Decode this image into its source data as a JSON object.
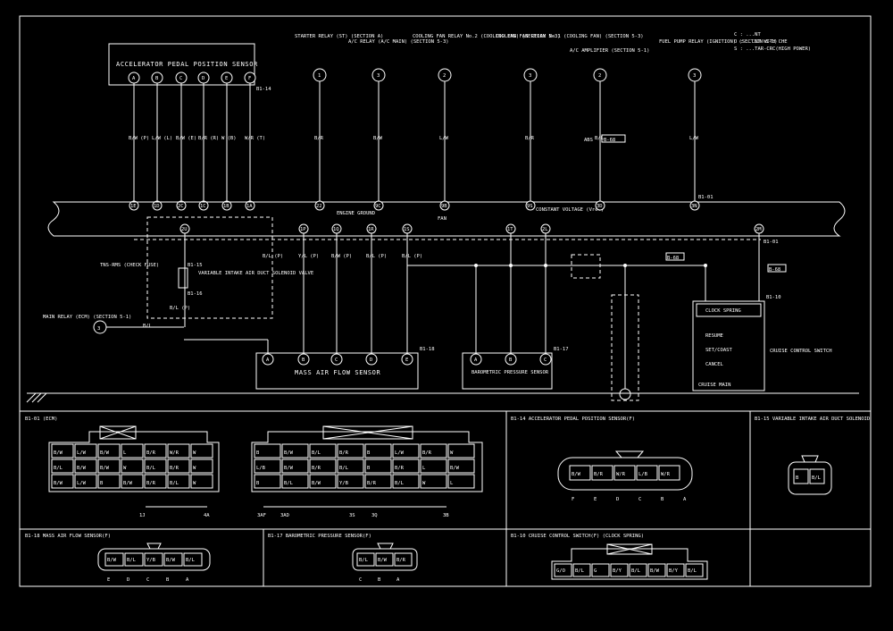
{
  "legend": {
    "line1": "C : ...NT",
    "line2": "O : ...NT WITH CHE",
    "line3": "S : ...TAR-CRC(HIGH POWER)"
  },
  "app_sensor": {
    "title": "ACCELERATOR PEDAL POSITION SENSOR",
    "pins": [
      "A",
      "B",
      "C",
      "D",
      "E",
      "F"
    ],
    "conn_id": "B1-14",
    "wires": [
      "B/W (P)",
      "L/W (L)",
      "B/W (E)",
      "B/R (R)",
      "W (B)",
      "W/R (T)"
    ]
  },
  "top_components": [
    {
      "label": "STARTER RELAY (ST) (SECTION A)",
      "pin": "1",
      "wire": "B/R",
      "term": "22"
    },
    {
      "label": "A/C RELAY (A/C MAIN) (SECTION 5-3)",
      "pin": "3",
      "wire": "B/W",
      "term": "9C"
    },
    {
      "label": "COOLING FAN RELAY No.2 (COOLING FAN) (SECTION 5-3)",
      "pin": "2",
      "wire": "L/W",
      "term": "9B",
      "term_label": "FAN"
    },
    {
      "label": "COOLING FAN RELAY No.1 (COOLING FAN) (SECTION 5-3)",
      "pin": "3",
      "wire": "B/R",
      "term": "9S"
    },
    {
      "label": "A/C AMPLIFIER (SECTION 5-1)",
      "pin": "2",
      "wire": "B/L",
      "term": "3D",
      "mid_label": "ABS",
      "mid_box": "B-68"
    },
    {
      "label": "FUEL PUMP RELAY (IGNITION) (SECTION 5-1)",
      "pin": "3",
      "wire": "L/W",
      "term": "3N"
    }
  ],
  "ecm": {
    "conn_id": "B1-01",
    "lower_conn_id": "B1-01",
    "terms_top": [
      "1E",
      "1D",
      "2C",
      "1C",
      "1B",
      "1A",
      "22",
      "9C",
      "9B",
      "9S",
      "3D",
      "3N"
    ],
    "terms_mid": [
      "2U",
      "1P",
      "1Q",
      "1R",
      "1S",
      "1T",
      "2L",
      "2M",
      "3N"
    ],
    "engine_ground": "ENGINE GROUND",
    "constant_voltage": "CONSTANT VOLTAGE (Vref)"
  },
  "tns_fuse": "TNS-RMS (CHECK FUSE)",
  "vacuum_solenoid": {
    "conn": "B1-15",
    "label": "VARIABLE INTAKE AIR DUCT SOLENOID VALVE",
    "conn2": "B1-16",
    "wire": "B/L (P)"
  },
  "main_relay": {
    "label": "MAIN RELAY (ECM) (SECTION 5-1)",
    "pin": "3",
    "wire": "B/L"
  },
  "maf_sensor": {
    "title": "MASS AIR FLOW SENSOR",
    "conn_id": "B1-18",
    "pins": [
      "A",
      "B",
      "C",
      "D",
      "E"
    ],
    "wires": [
      "B/L (P)",
      "Y/L (P)",
      "B/W (P)",
      "B/L (P)",
      "B/L (P)"
    ]
  },
  "baro_sensor": {
    "title": "BAROMETRIC PRESSURE SENSOR",
    "conn_id": "B1-17",
    "pins": [
      "A",
      "B",
      "C"
    ]
  },
  "cruise_switch": {
    "title": "CRUISE CONTROL SWITCH",
    "conn_id": "B1-10",
    "clock_spring": "CLOCK SPRING",
    "items": [
      "RESUME",
      "SET/COAST",
      "CANCEL"
    ],
    "main": "CRUISE MAIN",
    "box_label": "B-68",
    "box_label2": "B-68"
  },
  "panels": [
    {
      "title": "B1-01 (ECM)"
    },
    {
      "title": "B1-14 ACCELERATOR PEDAL POSITION SENSOR(F)"
    },
    {
      "title": "B1-15 VARIABLE INTAKE AIR DUCT SOLENOID"
    },
    {
      "title": "B1-18 MASS AIR FLOW SENSOR(F)"
    },
    {
      "title": "B1-17 BAROMETRIC PRESSURE SENSOR(F)"
    },
    {
      "title": "B1-10 CRUISE CONTROL SWITCH(F) (CLOCK SPRING)"
    }
  ],
  "ecm_left_cells": [
    [
      "B/W",
      "L/W",
      "B/W",
      "L",
      "B/R",
      "W/R",
      "W"
    ],
    [
      "B/L",
      "B/W",
      "B/W",
      "W",
      "B/L",
      "B/R",
      "W"
    ],
    [
      "B/W",
      "L/W",
      "B",
      "B/W",
      "B/R",
      "B/L",
      "W"
    ]
  ],
  "ecm_right_cells": [
    [
      "B",
      "B/W",
      "B/L",
      "B/R",
      "B",
      "L/W",
      "B/R",
      "W"
    ],
    [
      "L/B",
      "B/W",
      "B/R",
      "B/L",
      "B",
      "B/R",
      "L",
      "B/W"
    ],
    [
      "B",
      "B/L",
      "B/W",
      "Y/B",
      "B/R",
      "B/L",
      "W",
      "L"
    ]
  ],
  "ecm_scale_left": [
    "1J",
    "4A"
  ],
  "ecm_scale_right": [
    "3AF",
    "3AD",
    "3S",
    "3Q",
    "3B"
  ],
  "app_conn_cells": [
    "B/W",
    "B/R",
    "W/R",
    "L/B",
    "W/R"
  ],
  "app_conn_pins": [
    "F",
    "E",
    "D",
    "C",
    "B",
    "A"
  ],
  "solenoid_cells": [
    "B",
    "B/L"
  ],
  "maf_conn_cells": [
    "B/W",
    "B/L",
    "Y/B",
    "B/W",
    "B/L"
  ],
  "maf_conn_pins": [
    "E",
    "D",
    "C",
    "B",
    "A"
  ],
  "baro_conn_cells": [
    "B/L",
    "B/W",
    "B/R"
  ],
  "baro_conn_pins": [
    "C",
    "B",
    "A"
  ],
  "cruise_conn_cells": [
    "G/O",
    "B/L",
    "G",
    "B/Y",
    "B/L",
    "B/W",
    "B/Y",
    "B/L"
  ]
}
